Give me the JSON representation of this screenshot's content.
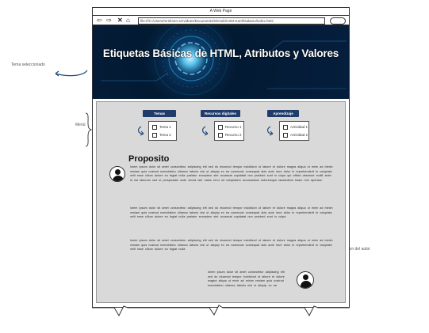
{
  "annotations": {
    "topic": "Tema seleccionado",
    "menu": "Menú",
    "author_info": "Informacion del autor"
  },
  "browser": {
    "title": "A Web Page",
    "url": "file:///C:/Users/mrnlmen.servidnes/Documents/GitHub/CSM-KarrilGalamo/index.html"
  },
  "banner": {
    "title": "Etiquetas Básicas de HTML, Atributos y Valores"
  },
  "menu": [
    {
      "label": "Temas",
      "items": [
        "Tema 1",
        "Tema 2"
      ]
    },
    {
      "label": "Recursos digitales",
      "items": [
        "Recurso 1",
        "Recurso 2"
      ]
    },
    {
      "label": "Aprendizaje",
      "items": [
        "Actividad 1",
        "Actividad 2"
      ]
    }
  ],
  "main": {
    "heading": "Proposito",
    "paragraphs": [
      "lorem ipsum dolor sit amet consectetur adipiscing elit sed do eiusmod tempor incididunt ut labore et dolore magna aliqua ut enim ad minim veniam quis nostrud exercitation ullamco laboris nisi ut aliquip ex ea commodo consequat duis aute irure dolor in reprehenderit in voluptate velit esse cillum dolore eu fugiat nulla pariatur excepteur sint occaecat cupidatat non proident sunt in culpa qui officia deserunt mollit anim id est laborum sed ut perspiciatis unde omnis iste natus error sit voluptatem accusantium doloremque laudantium totam rem aperiam",
      "lorem ipsum dolor sit amet consectetur adipiscing elit sed do eiusmod tempor incididunt ut labore et dolore magna aliqua ut enim ad minim veniam quis nostrud exercitation ullamco laboris nisi ut aliquip ex ea commodo consequat duis aute irure dolor in reprehenderit in voluptate velit esse cillum dolore eu fugiat nulla pariatur excepteur sint occaecat cupidatat non proident sunt in culpa",
      "lorem ipsum dolor sit amet consectetur adipiscing elit sed do eiusmod tempor incididunt ut labore et dolore magna aliqua ut enim ad minim veniam quis nostrud exercitation ullamco laboris nisi ut aliquip ex ea commodo consequat duis aute irure dolor in reprehenderit in voluptate velit esse cillum dolore eu fugiat nulla"
    ],
    "author_text": "lorem ipsum dolor sit amet consectetur adipiscing elit sed do eiusmod tempor incididunt ut labore et dolore magna aliqua ut enim ad minim veniam quis nostrud exercitation ullamco laboris nisi ut aliquip ex ea"
  },
  "colors": {
    "menu_button": "#1f3c6b",
    "annotation_arrow": "#1f4f7a",
    "content_bg": "#d9d9d9"
  }
}
